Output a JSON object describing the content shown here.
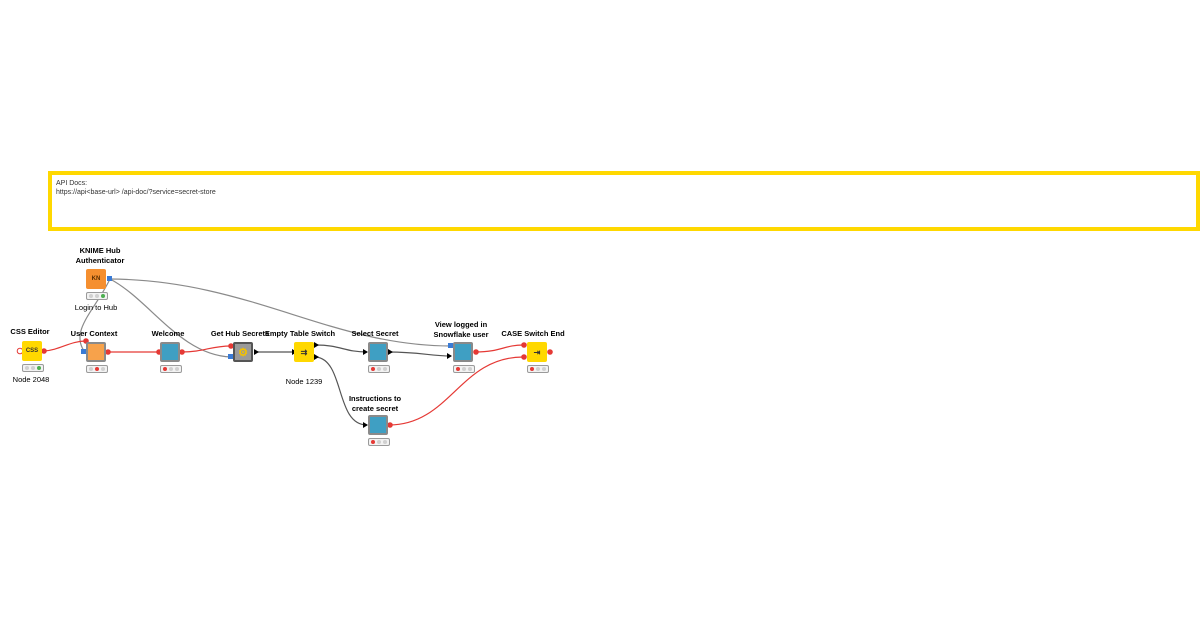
{
  "annotation": {
    "line1": "API Docs:",
    "line2": "https://api<base-url>  /api-doc/?service=secret-store",
    "border_color": "#ffd800"
  },
  "nodes": {
    "css_editor": {
      "title": "CSS Editor",
      "label": "Node 2048",
      "icon_text": "CSS"
    },
    "hub_auth": {
      "title_line1": "KNIME Hub",
      "title_line2": "Authenticator",
      "label": "Login to Hub",
      "icon_text": "KN"
    },
    "user_context": {
      "title": "User Context"
    },
    "welcome": {
      "title": "Welcome"
    },
    "get_hub_secrets": {
      "title": "Get Hub Secrets"
    },
    "empty_table_switch": {
      "title": "Empty Table Switch",
      "label": "Node 1239"
    },
    "select_secret": {
      "title": "Select Secret"
    },
    "view_logged_in": {
      "title_line1": "View logged in",
      "title_line2": "Snowflake user"
    },
    "case_switch_end": {
      "title": "CASE Switch End"
    },
    "instructions": {
      "title_line1": "Instructions to",
      "title_line2": "create secret"
    }
  },
  "colors": {
    "wire_red": "#e53935",
    "wire_gray": "#8a8a8a",
    "port_blue": "#3a7bd5",
    "port_red": "#e53935"
  }
}
